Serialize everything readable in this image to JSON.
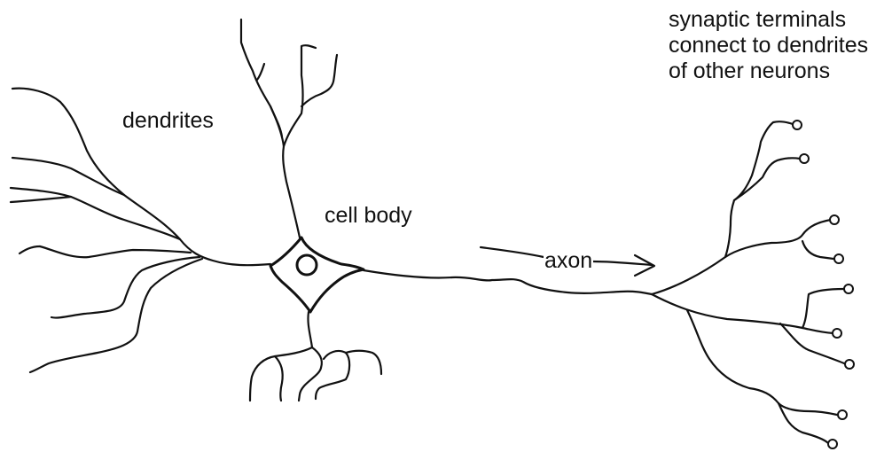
{
  "labels": {
    "dendrites": "dendrites",
    "cell_body": "cell body",
    "axon": "axon",
    "synaptic": [
      "synaptic terminals",
      "connect to dendrites",
      "of other neurons"
    ]
  }
}
